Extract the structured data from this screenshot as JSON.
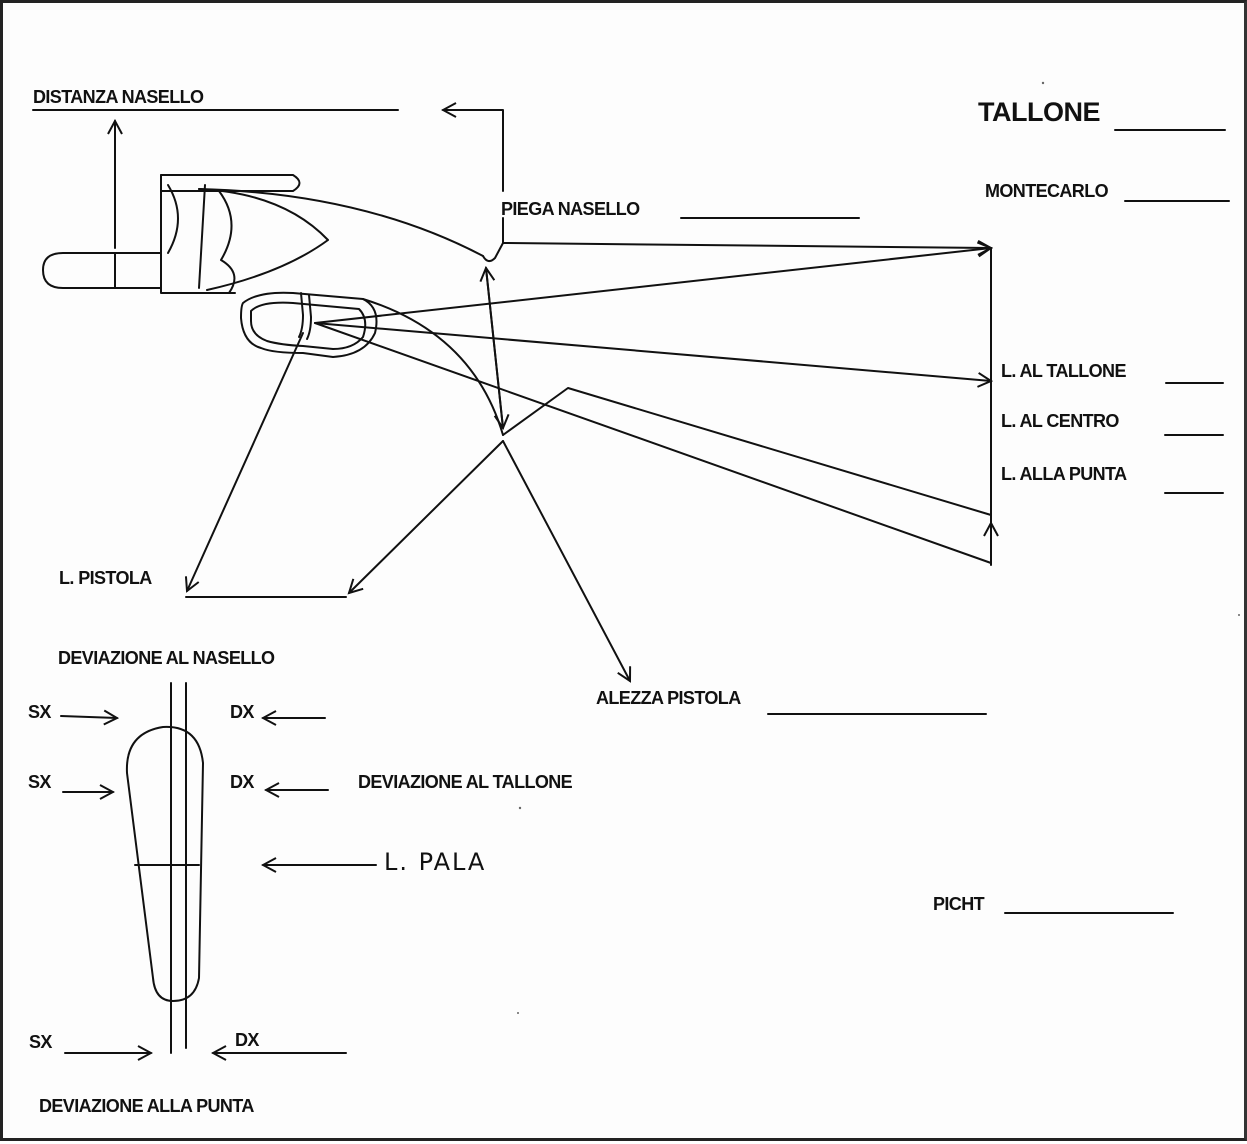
{
  "labels": {
    "distanza_nasello": "DISTANZA NASELLO",
    "tallone_title": "TALLONE",
    "piega_nasello": "PIEGA  NASELLO",
    "montecarlo": "MONTECARLO",
    "l_al_tallone": "L. AL TALLONE",
    "l_al_centro": "L. AL CENTRO",
    "l_alla_punta": "L. ALLA PUNTA",
    "l_pistola": "L. PISTOLA",
    "deviazione_al_nasello": "DEVIAZIONE AL NASELLO",
    "alezza_pistola": "ALEZZA PISTOLA",
    "sx_1": "SX",
    "dx_1": "DX",
    "sx_2": "SX",
    "dx_2": "DX",
    "deviazione_al_tallone": "DEVIAZIONE AL TALLONE",
    "l_pala": "L. PALA",
    "picht": "PICHT",
    "sx_3": "SX",
    "dx_3": "DX",
    "deviazione_alla_punta": "DEVIAZIONE ALLA PUNTA"
  },
  "colors": {
    "ink": "#111111",
    "paper": "#fdfdfd"
  }
}
